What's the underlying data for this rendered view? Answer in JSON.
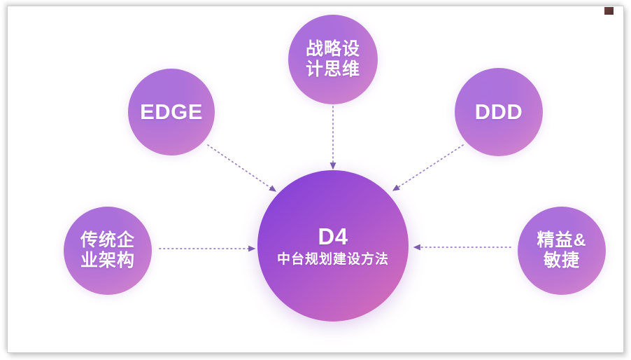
{
  "slide": {
    "background_color": "#ffffff",
    "frame_border_color": "#cfcfcf",
    "corner_marker_color": "#5a3a38"
  },
  "center": {
    "title": "D4",
    "subtitle": "中台规划建设方法",
    "gradient_from": "#7f3ed6",
    "gradient_to": "#dc74b2"
  },
  "nodes": [
    {
      "id": "strategy",
      "lines": [
        "战略设",
        "计思维"
      ],
      "full_text": "战略设计思维",
      "position": "top",
      "color": "#b072d8"
    },
    {
      "id": "edge",
      "lines": [
        "EDGE"
      ],
      "full_text": "EDGE",
      "position": "top-left",
      "color": "#b072d8"
    },
    {
      "id": "ddd",
      "lines": [
        "DDD"
      ],
      "full_text": "DDD",
      "position": "top-right",
      "color": "#b072d8"
    },
    {
      "id": "legacy",
      "lines": [
        "传统企",
        "业架构"
      ],
      "full_text": "传统企业架构",
      "position": "left",
      "color": "#b072d8"
    },
    {
      "id": "lean",
      "lines": [
        "精益&",
        "敏捷"
      ],
      "full_text": "精益&敏捷",
      "position": "right",
      "color": "#b072d8"
    }
  ],
  "connectors": {
    "style": "dotted-arrow",
    "color": "#9b7fc4",
    "direction": "into-center",
    "count": 5
  }
}
